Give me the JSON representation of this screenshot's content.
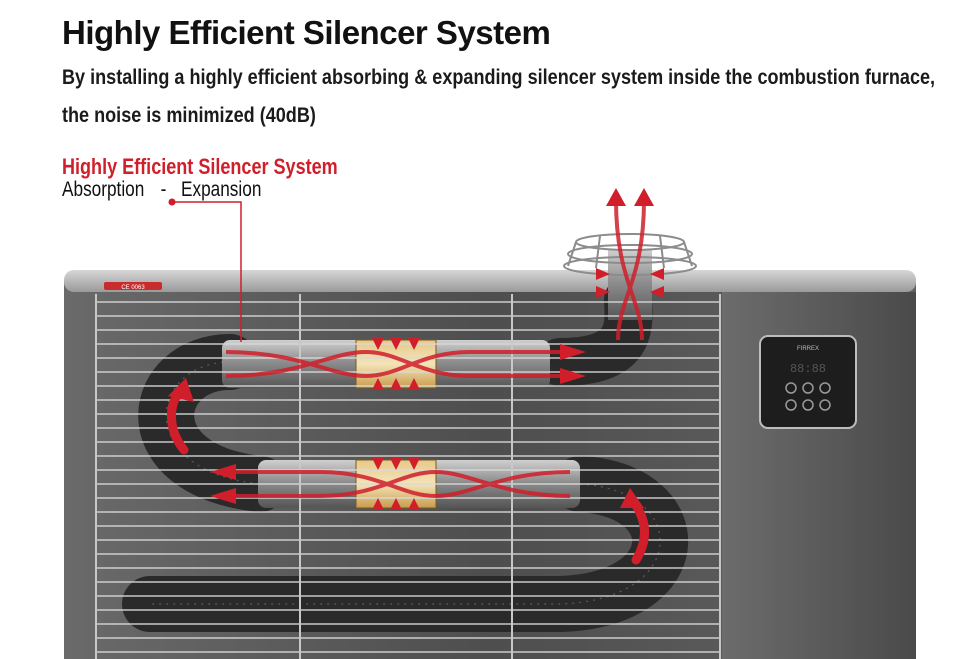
{
  "header": {
    "title": "Highly Efficient Silencer System",
    "description_line1": "By installing a highly efficient absorbing & expanding silencer system inside the combustion furnace,",
    "description_line2": "the noise is minimized (40dB)"
  },
  "callout": {
    "title": "Highly Efficient Silencer System",
    "absorption": "Absorption",
    "separator": "-",
    "expansion": "Expansion"
  },
  "heater": {
    "warning_label": "CE 0063",
    "panel_brand": "FIRREX",
    "display_digits": "88:88"
  },
  "colors": {
    "accent_red": "#d01f2a",
    "body_grey": "#5a5a5a",
    "grille_silver": "#d9d9d9"
  },
  "icons": [
    "airflow-arrow-icon",
    "exhaust-arrow-icon",
    "absorber-arrow-icon",
    "control-button-icon"
  ]
}
